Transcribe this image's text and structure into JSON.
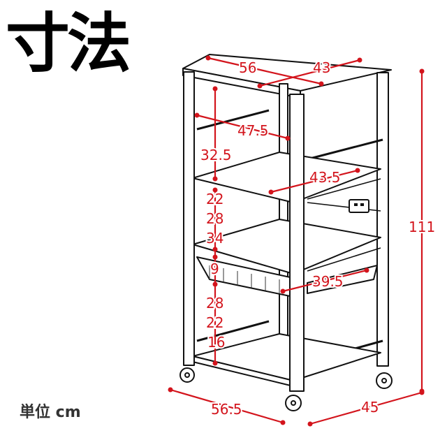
{
  "title": "寸法",
  "unit_label": "単位 cm",
  "accent_color": "#d3141c",
  "dimensions": {
    "top_width": "56",
    "top_depth": "43",
    "inner_width_top": "47.5",
    "top_shelf_gap": "32.5",
    "shelf_depth": "43.5",
    "gap_1": "22",
    "gap_2": "28",
    "gap_3": "34",
    "basket_height": "9",
    "gap_4": "28",
    "gap_5": "22",
    "gap_6": "16",
    "basket_depth": "39.5",
    "total_height": "111",
    "overall_width": "56.5",
    "overall_depth": "45"
  },
  "icons": [
    "outlet-icon",
    "caster-icon"
  ]
}
